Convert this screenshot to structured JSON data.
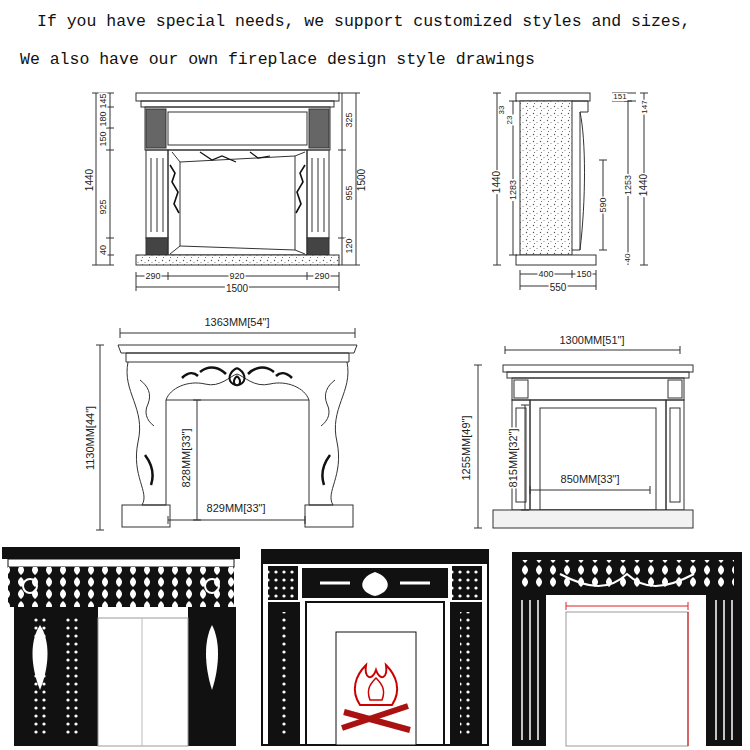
{
  "diagram": {
    "title": "If you have special needs, we support customized styles and sizes,",
    "labels": [
      "We also have our own fireplace design style drawings",
      "145",
      "180",
      "150",
      "1440",
      "925",
      "40",
      "325",
      "955",
      "120",
      "1500",
      "290",
      "920",
      "290",
      "1500",
      "33",
      "23",
      "1440",
      "1283",
      "151",
      "147",
      "590",
      "1253",
      "1440",
      "40",
      "400",
      "150",
      "550",
      "1363MM[54\"]",
      "1130MM[44\"]",
      "828MM[33\"]",
      "829MM[33\"]",
      "1300MM[51\"]",
      "1255MM[49\"]",
      "815MM[32\"]",
      "850MM[33\"]"
    ]
  }
}
